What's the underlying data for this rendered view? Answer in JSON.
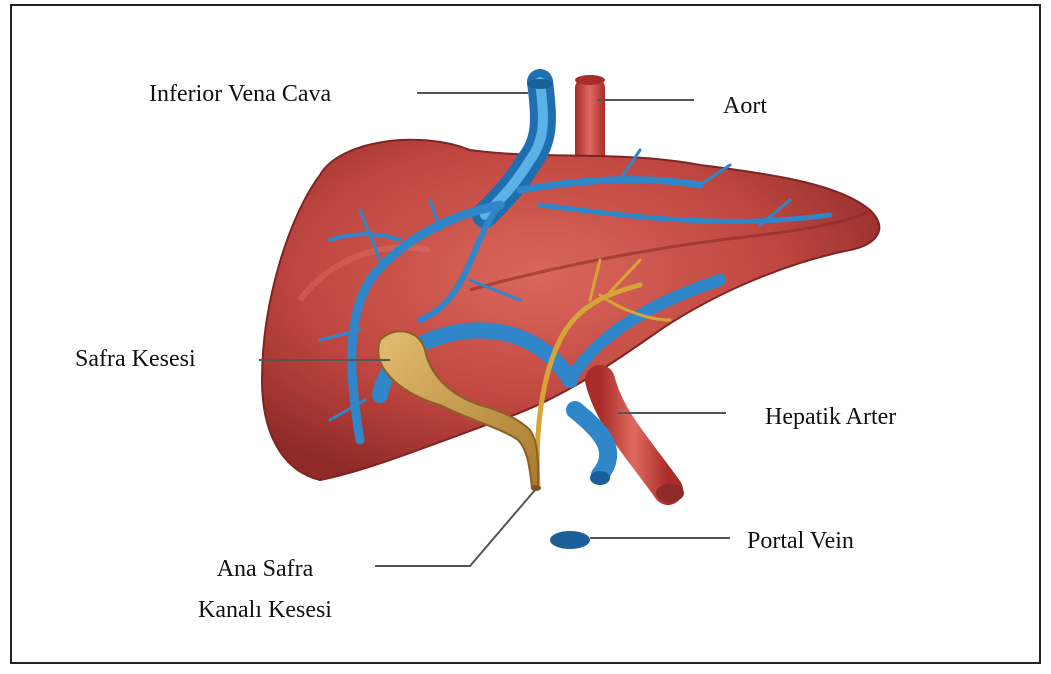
{
  "labels": {
    "ivc": "Inferior Vena Cava",
    "aort": "Aort",
    "safra_kesesi": "Safra Kesesi",
    "hepatik_arter": "Hepatik Arter",
    "portal_vein": "Portal Vein",
    "ana_safra_line1": "Ana Safra",
    "ana_safra_line2": "Kanalı Kesesi"
  },
  "colors": {
    "liver": "#c0463f",
    "liver_dark": "#8e2a27",
    "liver_light": "#d86a5f",
    "vein": "#2f86c8",
    "vein_light": "#6fb7e6",
    "artery": "#c23a35",
    "gallbladder": "#c99a4a",
    "bile_duct": "#d7a437",
    "leader_line": "#555555"
  }
}
